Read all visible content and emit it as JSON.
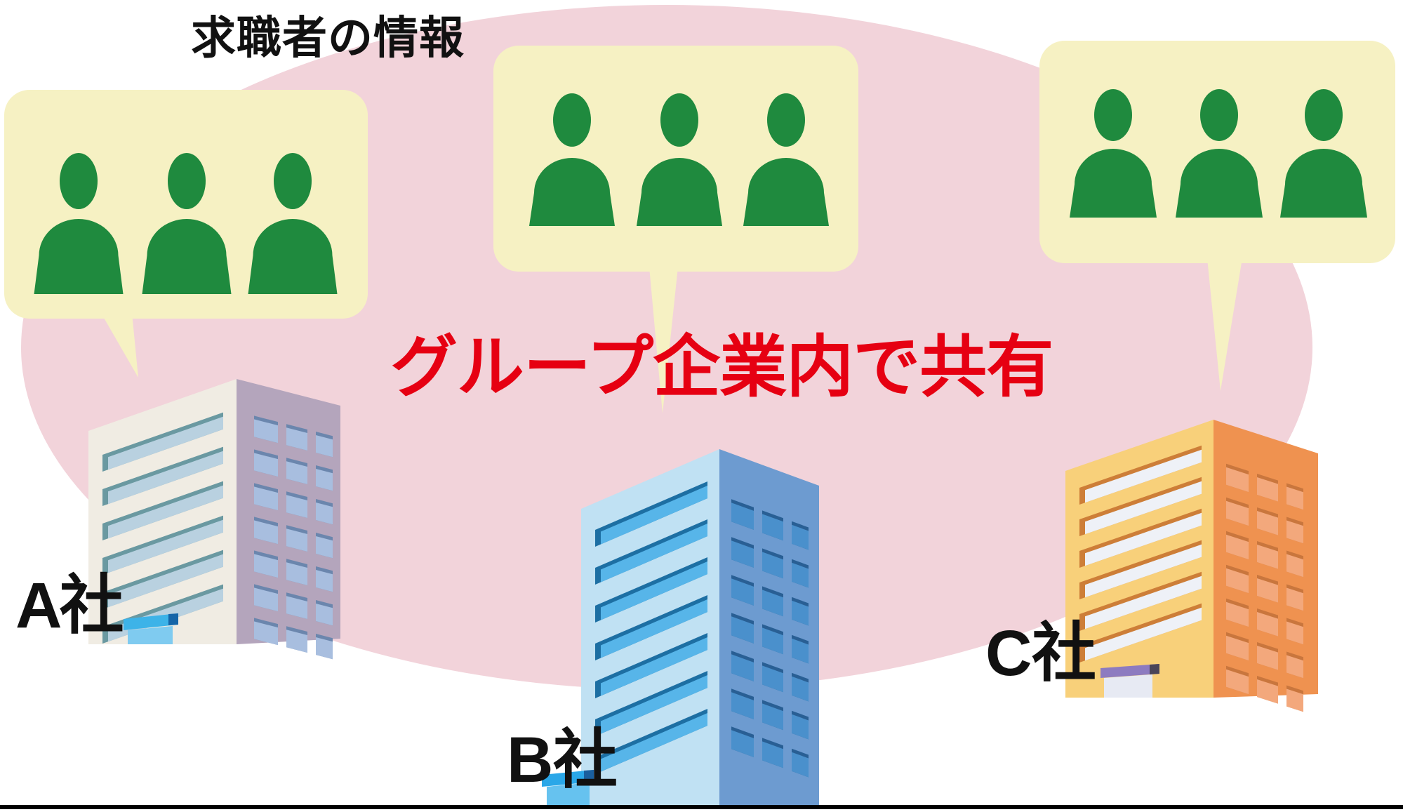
{
  "labels": {
    "job_seeker_info": "求職者の情報",
    "shared_message": "グループ企業内で共有"
  },
  "companies": [
    {
      "id": "a",
      "label": "A 社"
    },
    {
      "id": "b",
      "label": "B 社"
    },
    {
      "id": "c",
      "label": "C 社"
    }
  ],
  "icons": {
    "person": "person-icon",
    "speech_bubble": "speech-bubble"
  },
  "colors": {
    "background": "#ffffff",
    "ellipse_pink": "#f2d3da",
    "bubble_cream": "#f6f1c3",
    "person_green": "#1f8a3e",
    "message_red": "#e60012",
    "text_black": "#111111",
    "bottom_line": "#000000",
    "building_a": {
      "front": "#f0ece3",
      "side": "#b4a5bc",
      "strip": "#b9d1e0",
      "strip_edge": "#6a99a1",
      "window": "#a8bedf",
      "window_edge": "#6b86ad",
      "awning": "#3db3e8",
      "awning_tab": "#1565a8",
      "door": "#7fcbf0"
    },
    "building_b": {
      "front": "#c0e1f3",
      "side": "#6d9bd0",
      "strip": "#57b5e9",
      "strip_edge": "#1d6fa3",
      "window": "#4a90cc",
      "window_edge": "#295f94",
      "awning": "#2aa7e8",
      "awning_tab": "#1a5f9e",
      "door": "#66c2ef"
    },
    "building_c": {
      "front": "#f8d07a",
      "side": "#ef9250",
      "strip": "#eef1f7",
      "strip_edge": "#cd7e38",
      "window": "#f3a87c",
      "window_edge": "#c9763d",
      "awning": "#8d7bc0",
      "awning_tab": "#4a4458",
      "door": "#e7eaf3"
    }
  }
}
